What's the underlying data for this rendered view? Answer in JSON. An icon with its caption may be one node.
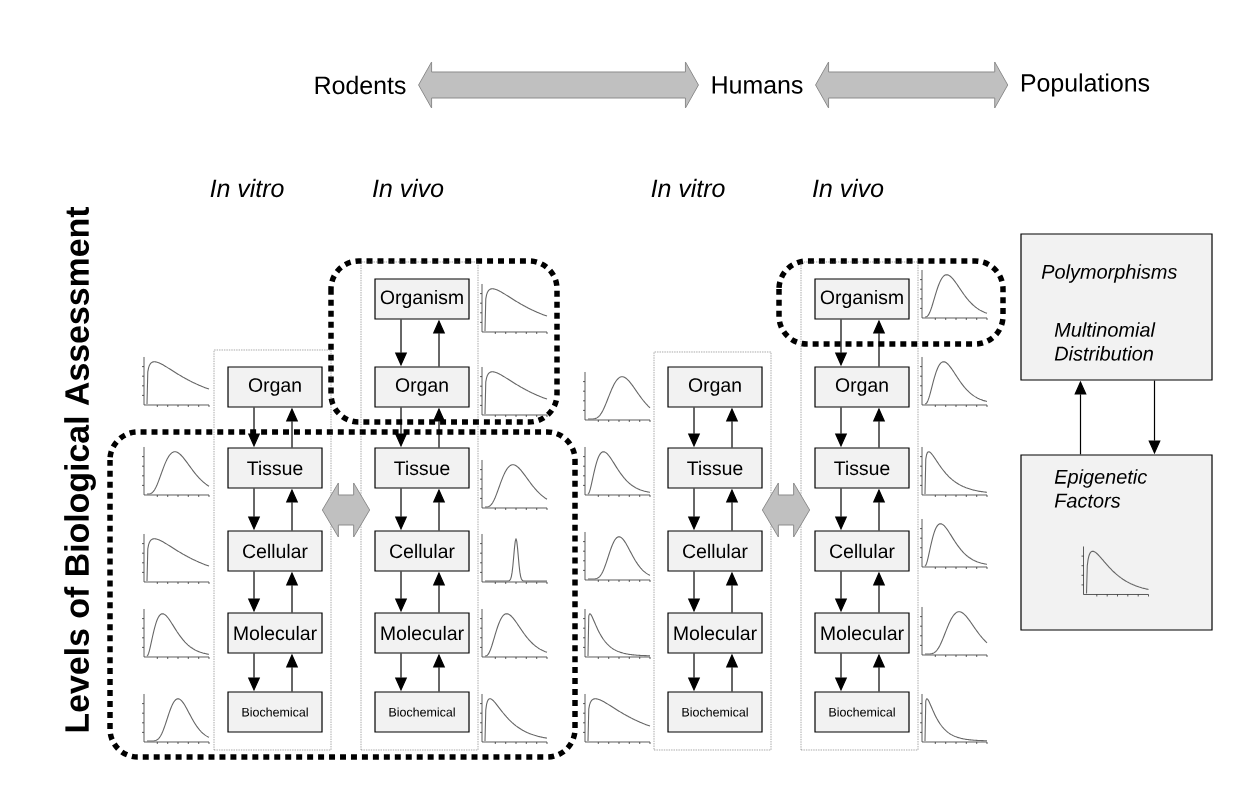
{
  "diagram": {
    "nodes": [
      {
        "text": [
          "Rodents"
        ]
      },
      {
        "text": [
          "Humans"
        ]
      },
      {
        "text": [
          "Populations"
        ]
      },
      {
        "text": [],
        "shape": "box"
      },
      {
        "text": [
          "Organ"
        ],
        "in": 3
      },
      {
        "text": [
          "Tissue"
        ],
        "in": 3
      },
      {
        "text": [
          "Cellular"
        ],
        "in": 3
      },
      {
        "text": [
          "Molecular"
        ],
        "in": 3
      },
      {
        "text": [
          "Biochemical"
        ],
        "in": 3
      },
      {
        "text": [],
        "shape": "box"
      },
      {
        "text": [
          "Organism"
        ],
        "in": 9
      },
      {
        "text": [
          "Organ"
        ],
        "in": 9
      },
      {
        "text": [
          "Tissue"
        ],
        "in": 9
      },
      {
        "text": [
          "Cellular"
        ],
        "in": 9
      },
      {
        "text": [
          "Molecular"
        ],
        "in": 9
      },
      {
        "text": [
          "Biochemical"
        ],
        "in": 9
      },
      {
        "text": [],
        "shape": "box"
      },
      {
        "text": [
          "Organ"
        ],
        "in": 16
      },
      {
        "text": [
          "Tissue"
        ],
        "in": 16
      },
      {
        "text": [
          "Cellular"
        ],
        "in": 16
      },
      {
        "text": [
          "Molecular"
        ],
        "in": 16
      },
      {
        "text": [
          "Biochemical"
        ],
        "in": 16
      },
      {
        "text": [],
        "shape": "box"
      },
      {
        "text": [
          "Organism"
        ],
        "in": 22
      },
      {
        "text": [
          "Organ"
        ],
        "in": 22
      },
      {
        "text": [
          "Tissue"
        ],
        "in": 22
      },
      {
        "text": [
          "Cellular"
        ],
        "in": 22
      },
      {
        "text": [
          "Molecular"
        ],
        "in": 22
      },
      {
        "text": [
          "Biochemical"
        ],
        "in": 22
      },
      {
        "text": [
          "Polymorphisms",
          "Multinomial Distribution"
        ]
      },
      {
        "text": [
          "Epigenetic Factors"
        ]
      }
    ],
    "edges": [
      {
        "from": 0,
        "to": 1,
        "arrow": "both",
        "style": "thick",
        "color": "#c0c0c0"
      },
      {
        "from": 1,
        "to": 2,
        "arrow": "both",
        "style": "thick",
        "color": "#c0c0c0"
      },
      {
        "from": 3,
        "to": 9,
        "arrow": "both",
        "style": "thick",
        "color": "#c0c0c0"
      },
      {
        "from": 16,
        "to": 22,
        "arrow": "both",
        "style": "thick",
        "color": "#c0c0c0"
      },
      {
        "from": 4,
        "to": 5,
        "arrow": "to"
      },
      {
        "from": 5,
        "to": 4,
        "arrow": "to"
      },
      {
        "from": 5,
        "to": 6,
        "arrow": "to"
      },
      {
        "from": 6,
        "to": 5,
        "arrow": "to"
      },
      {
        "from": 6,
        "to": 7,
        "arrow": "to"
      },
      {
        "from": 7,
        "to": 6,
        "arrow": "to"
      },
      {
        "from": 7,
        "to": 8,
        "arrow": "to"
      },
      {
        "from": 8,
        "to": 7,
        "arrow": "to"
      },
      {
        "from": 10,
        "to": 11,
        "arrow": "to"
      },
      {
        "from": 11,
        "to": 10,
        "arrow": "to"
      },
      {
        "from": 11,
        "to": 12,
        "arrow": "to"
      },
      {
        "from": 12,
        "to": 11,
        "arrow": "to"
      },
      {
        "from": 12,
        "to": 13,
        "arrow": "to"
      },
      {
        "from": 13,
        "to": 12,
        "arrow": "to"
      },
      {
        "from": 13,
        "to": 14,
        "arrow": "to"
      },
      {
        "from": 14,
        "to": 13,
        "arrow": "to"
      },
      {
        "from": 14,
        "to": 15,
        "arrow": "to"
      },
      {
        "from": 15,
        "to": 14,
        "arrow": "to"
      },
      {
        "from": 17,
        "to": 18,
        "arrow": "to"
      },
      {
        "from": 18,
        "to": 17,
        "arrow": "to"
      },
      {
        "from": 18,
        "to": 19,
        "arrow": "to"
      },
      {
        "from": 19,
        "to": 18,
        "arrow": "to"
      },
      {
        "from": 19,
        "to": 20,
        "arrow": "to"
      },
      {
        "from": 20,
        "to": 19,
        "arrow": "to"
      },
      {
        "from": 20,
        "to": 21,
        "arrow": "to"
      },
      {
        "from": 21,
        "to": 20,
        "arrow": "to"
      },
      {
        "from": 23,
        "to": 24,
        "arrow": "to"
      },
      {
        "from": 24,
        "to": 23,
        "arrow": "to"
      },
      {
        "from": 24,
        "to": 25,
        "arrow": "to"
      },
      {
        "from": 25,
        "to": 24,
        "arrow": "to"
      },
      {
        "from": 25,
        "to": 26,
        "arrow": "to"
      },
      {
        "from": 26,
        "to": 25,
        "arrow": "to"
      },
      {
        "from": 26,
        "to": 27,
        "arrow": "to"
      },
      {
        "from": 27,
        "to": 26,
        "arrow": "to"
      },
      {
        "from": 27,
        "to": 28,
        "arrow": "to"
      },
      {
        "from": 28,
        "to": 27,
        "arrow": "to"
      },
      {
        "from": 30,
        "to": 29,
        "arrow": "to"
      },
      {
        "from": 29,
        "to": 30,
        "arrow": "to"
      }
    ],
    "labels": [
      "In vitro",
      "In vivo",
      "In vitro",
      "In vivo",
      "Levels of Biological Assessment"
    ]
  }
}
